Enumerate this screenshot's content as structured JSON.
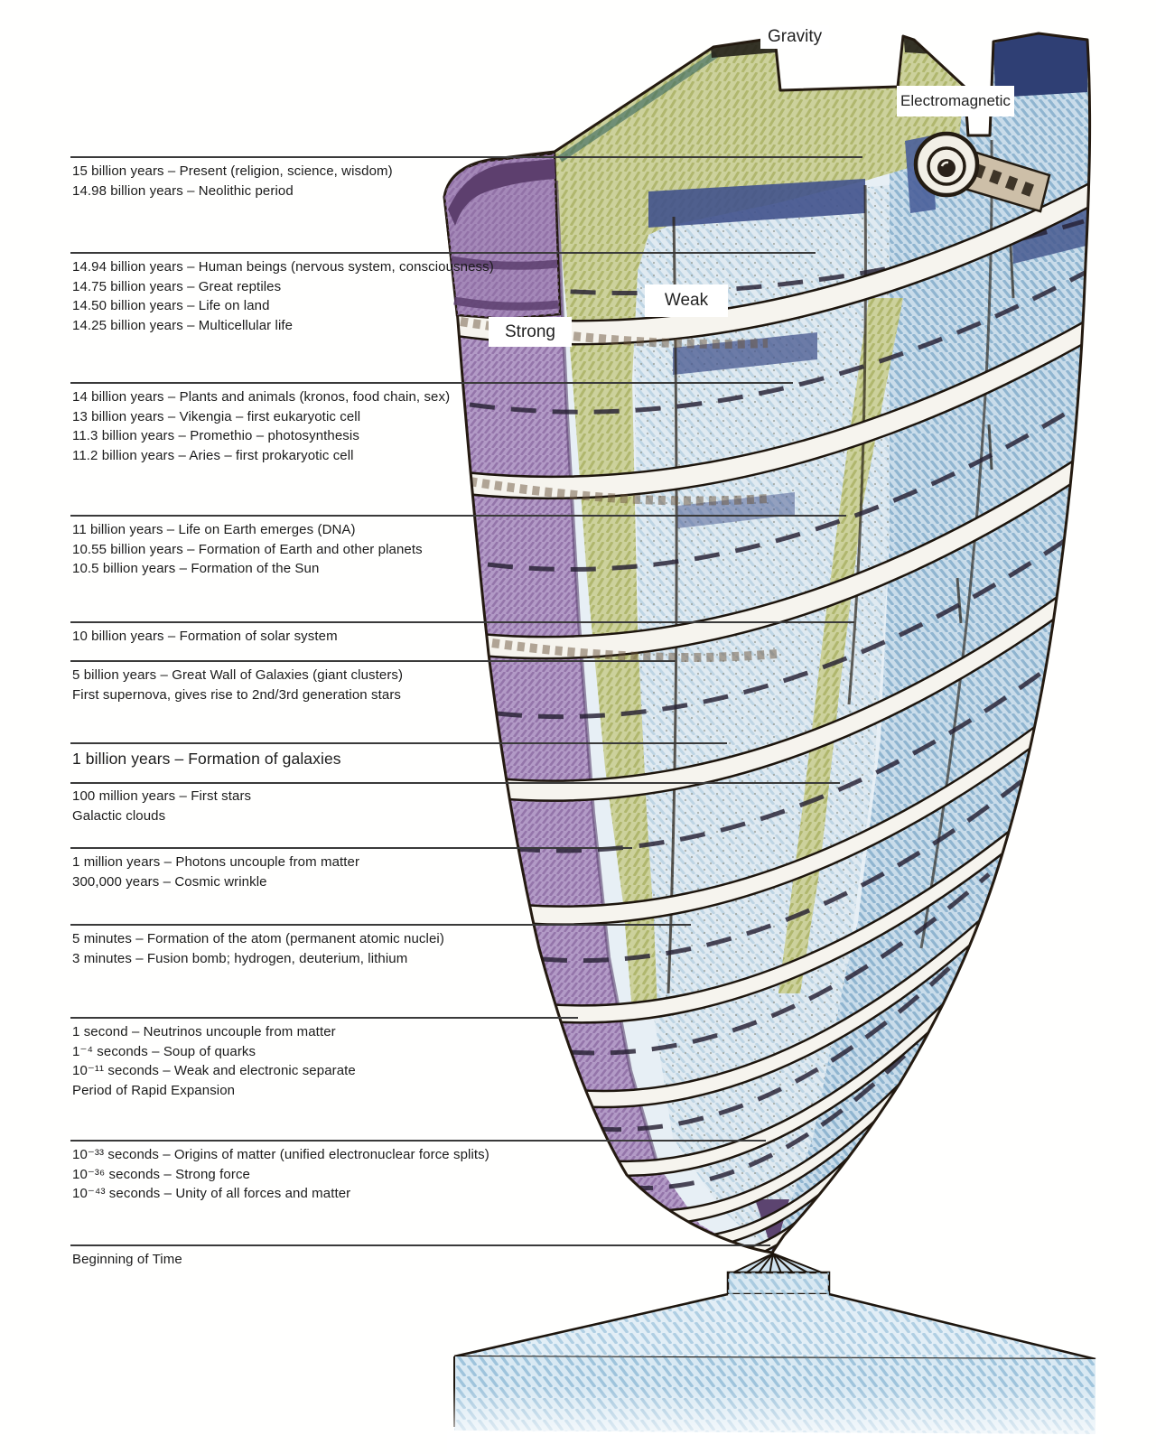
{
  "illustration": {
    "description": "Hand-drawn inverted spiral cone depicting the history of the universe, balanced on its tip on a pedestal",
    "colors": {
      "purple_band": "#b29ac6",
      "olive_band": "#ccd19c",
      "pale_blue": "#e0eaf1",
      "deep_blue": "#c9dcea",
      "navy_cap": "#3d4e86",
      "ribbon_white": "#f6f4ee",
      "ink": "#241c12",
      "base_blue": "#d8e8f2"
    }
  },
  "forces": {
    "gravity": "Gravity",
    "electromagnetic": "Electromagnetic",
    "weak": "Weak",
    "strong": "Strong"
  },
  "timeline": {
    "groups": [
      {
        "lines": [
          "15 billion years – Present (religion, science, wisdom)",
          "14.98 billion years – Neolithic period"
        ]
      },
      {
        "lines": [
          "14.94 billion years – Human beings (nervous system, consciousness)",
          "14.75 billion years – Great reptiles",
          "14.50 billion years – Life on land",
          "14.25 billion years – Multicellular life"
        ]
      },
      {
        "lines": [
          "14 billion years – Plants and animals (kronos, food chain, sex)",
          "13 billion years – Vikengia – first eukaryotic cell",
          "11.3 billion years – Promethio – photosynthesis",
          "11.2 billion years – Aries – first prokaryotic cell"
        ]
      },
      {
        "lines": [
          "11 billion years – Life on Earth emerges (DNA)",
          "10.55 billion years – Formation of Earth and other planets",
          "10.5 billion years – Formation of the Sun"
        ]
      },
      {
        "lines": [
          "10 billion years – Formation of solar system"
        ]
      },
      {
        "lines": [
          "5 billion years – Great Wall of Galaxies (giant clusters)",
          "First supernova, gives rise to 2nd/3rd generation stars"
        ]
      },
      {
        "lines": [
          "1 billion years – Formation of galaxies"
        ]
      },
      {
        "lines": [
          "100 million years – First stars",
          "Galactic clouds"
        ]
      },
      {
        "lines": [
          "1 million years – Photons uncouple from matter",
          "300,000 years – Cosmic wrinkle"
        ]
      },
      {
        "lines": [
          "5 minutes – Formation of the atom (permanent atomic nuclei)",
          "3 minutes – Fusion bomb; hydrogen, deuterium, lithium"
        ]
      },
      {
        "lines": [
          "1 second – Neutrinos uncouple from matter",
          "1⁻⁴ seconds – Soup of quarks",
          "10⁻¹¹ seconds – Weak and electronic separate",
          "Period of Rapid Expansion"
        ]
      },
      {
        "lines": [
          "10⁻³³ seconds – Origins of matter (unified electronuclear force splits)",
          "10⁻³⁶ seconds – Strong force",
          "10⁻⁴³ seconds – Unity of all forces and matter"
        ]
      },
      {
        "lines": [
          "Beginning of Time"
        ]
      }
    ]
  }
}
